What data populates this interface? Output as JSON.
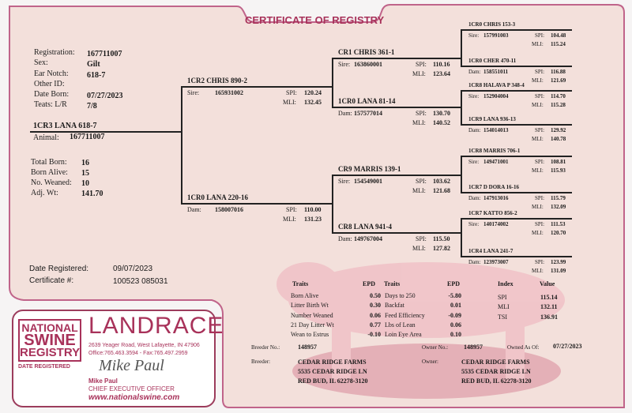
{
  "title": "CERTIFICATE OF REGISTRY",
  "animal": {
    "labels": [
      "Registration:",
      "Sex:",
      "Ear Notch:",
      "Other ID:",
      "Date Born:",
      "Teats: L/R"
    ],
    "values": [
      "167711007",
      "Gilt",
      "618-7",
      "",
      "07/27/2023",
      "7/8"
    ],
    "name": "1CR3 LANA 618-7",
    "animal_label": "Animal:",
    "animal_id": "167711007"
  },
  "litter": {
    "labels": [
      "Total Born:",
      "Born Alive:",
      "No. Weaned:",
      "Adj. Wt:"
    ],
    "values": [
      "16",
      "15",
      "10",
      "141.70"
    ]
  },
  "pedigree": {
    "sire": {
      "name": "1CR2 CHRIS 890-2",
      "role": "Sire:",
      "id": "165931002",
      "spi": "120.24",
      "mli": "132.45"
    },
    "dam": {
      "name": "1CR0 LANA 220-16",
      "role": "Dam:",
      "id": "158007016",
      "spi": "110.00",
      "mli": "131.23"
    },
    "ss": {
      "name": "CR1 CHRIS 361-1",
      "role": "Sire:",
      "id": "163860001",
      "spi": "110.16",
      "mli": "123.64"
    },
    "sd": {
      "name": "1CR0 LANA 81-14",
      "role": "Dam:",
      "id": "157577014",
      "spi": "130.70",
      "mli": "140.52"
    },
    "ds": {
      "name": "CR9 MARRIS 139-1",
      "role": "Sire:",
      "id": "154549001",
      "spi": "103.62",
      "mli": "121.68"
    },
    "dd": {
      "name": "CR8 LANA 941-4",
      "role": "Dam:",
      "id": "149767004",
      "spi": "115.50",
      "mli": "127.82"
    },
    "sss": {
      "name": "1CR0 CHRIS 153-3",
      "role": "Sire:",
      "id": "157991003",
      "spi": "104.48",
      "mli": "115.24"
    },
    "ssd": {
      "name": "1CR0 CHER 470-11",
      "role": "Dam:",
      "id": "158551011",
      "spi": "116.88",
      "mli": "121.69"
    },
    "sds": {
      "name": "1CR8 HALAVA P 348-4",
      "role": "Sire:",
      "id": "152904004",
      "spi": "114.70",
      "mli": "115.28"
    },
    "sdd": {
      "name": "1CR9 LANA 936-13",
      "role": "Dam:",
      "id": "154014013",
      "spi": "129.92",
      "mli": "140.78"
    },
    "dss": {
      "name": "1CR8 MARRIS 706-1",
      "role": "Sire:",
      "id": "149471001",
      "spi": "108.81",
      "mli": "115.93"
    },
    "dsd": {
      "name": "1CR7 D DORA 16-16",
      "role": "Dam:",
      "id": "147913016",
      "spi": "115.79",
      "mli": "132.09"
    },
    "dds": {
      "name": "1CR7 KATTO 856-2",
      "role": "Sire:",
      "id": "140174002",
      "spi": "111.53",
      "mli": "120.70"
    },
    "ddd": {
      "name": "1CR4 LANA 241-7",
      "role": "Dam:",
      "id": "123973007",
      "spi": "123.99",
      "mli": "131.09"
    },
    "spi_label": "SPI:",
    "mli_label": "MLI:"
  },
  "registration": {
    "date_label": "Date Registered:",
    "date": "09/07/2023",
    "cert_label": "Certificate #:",
    "cert": "100523 085031"
  },
  "epd": {
    "h_traits": "Traits",
    "h_epd": "EPD",
    "h_index": "Index",
    "h_value": "Value",
    "col1": [
      [
        "Born Alive",
        "0.50"
      ],
      [
        "Litter Birth Wt",
        "0.30"
      ],
      [
        "Number Weaned",
        "0.06"
      ],
      [
        "21 Day Litter Wt",
        "0.77"
      ],
      [
        "Wean to Estrus",
        "-0.10"
      ]
    ],
    "col2": [
      [
        "Days to 250",
        "-5.80"
      ],
      [
        "Backfat",
        "0.01"
      ],
      [
        "Feed Efficiency",
        "-0.09"
      ],
      [
        "Lbs of Lean",
        "0.06"
      ],
      [
        "Loin Eye Area",
        "0.10"
      ]
    ],
    "index": [
      [
        "SPI",
        "115.14"
      ],
      [
        "MLI",
        "132.11"
      ],
      [
        "TSI",
        "136.91"
      ]
    ]
  },
  "ownership": {
    "breeder_no_label": "Breeder No.:",
    "breeder_no": "148957",
    "owner_no_label": "Owner No.:",
    "owner_no": "148957",
    "owned_label": "Owned As Of:",
    "owned_date": "07/27/2023",
    "breeder_label": "Breeder:",
    "owner_label": "Owner:",
    "breeder": [
      "CEDAR RIDGE FARMS",
      "5535 CEDAR RIDGE LN",
      "RED BUD, IL 62278-3120"
    ],
    "owner": [
      "CEDAR RIDGE FARMS",
      "5535 CEDAR RIDGE LN",
      "RED BUD, IL 62278-3120"
    ]
  },
  "logo": {
    "org": [
      "NATIONAL",
      "SWINE",
      "REGISTRY"
    ],
    "date_registered": "DATE REGISTERED",
    "breed": "LANDRACE",
    "address": "2639 Yeager Road, West Lafayette, IN 47906",
    "phone": "Office:765.463.3594 - Fax:765.497.2959",
    "signature": "Mike Paul",
    "signer": "Mike Paul",
    "signer_title": "CHIEF EXECUTIVE OFFICER",
    "website": "www.nationalswine.com"
  },
  "colors": {
    "panel": "#f3e0db",
    "brand": "#a8325a"
  }
}
